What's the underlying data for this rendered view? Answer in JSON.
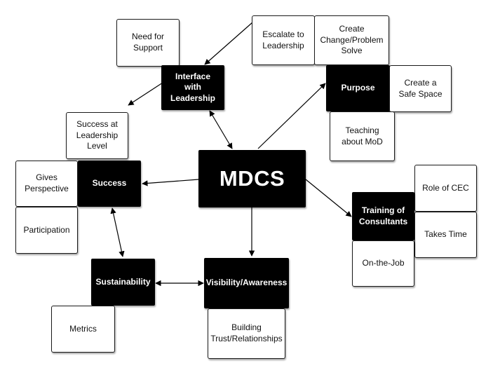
{
  "center": {
    "label": "MDCS"
  },
  "interface": {
    "label": "Interface\nwith\nLeadership"
  },
  "need_support": {
    "label": "Need for\nSupport"
  },
  "escalate": {
    "label": "Escalate to\nLeadership"
  },
  "create_change": {
    "label": "Create\nChange/Problem\nSolve"
  },
  "purpose": {
    "label": "Purpose"
  },
  "safe_space": {
    "label": "Create a\nSafe Space"
  },
  "teaching_mod": {
    "label": "Teaching\nabout MoD"
  },
  "success_leadership": {
    "label": "Success at\nLeadership\nLevel"
  },
  "gives_perspective": {
    "label": "Gives\nPerspective"
  },
  "success": {
    "label": "Success"
  },
  "participation": {
    "label": "Participation"
  },
  "role_cec": {
    "label": "Role of CEC"
  },
  "training": {
    "label": "Training of\nConsultants"
  },
  "takes_time": {
    "label": "Takes Time"
  },
  "on_the_job": {
    "label": "On-the-Job"
  },
  "sustainability": {
    "label": "Sustainability"
  },
  "visibility": {
    "label": "Visibility/Awareness"
  },
  "metrics": {
    "label": "Metrics"
  },
  "building_trust": {
    "label": "Building\nTrust/Relationships"
  }
}
